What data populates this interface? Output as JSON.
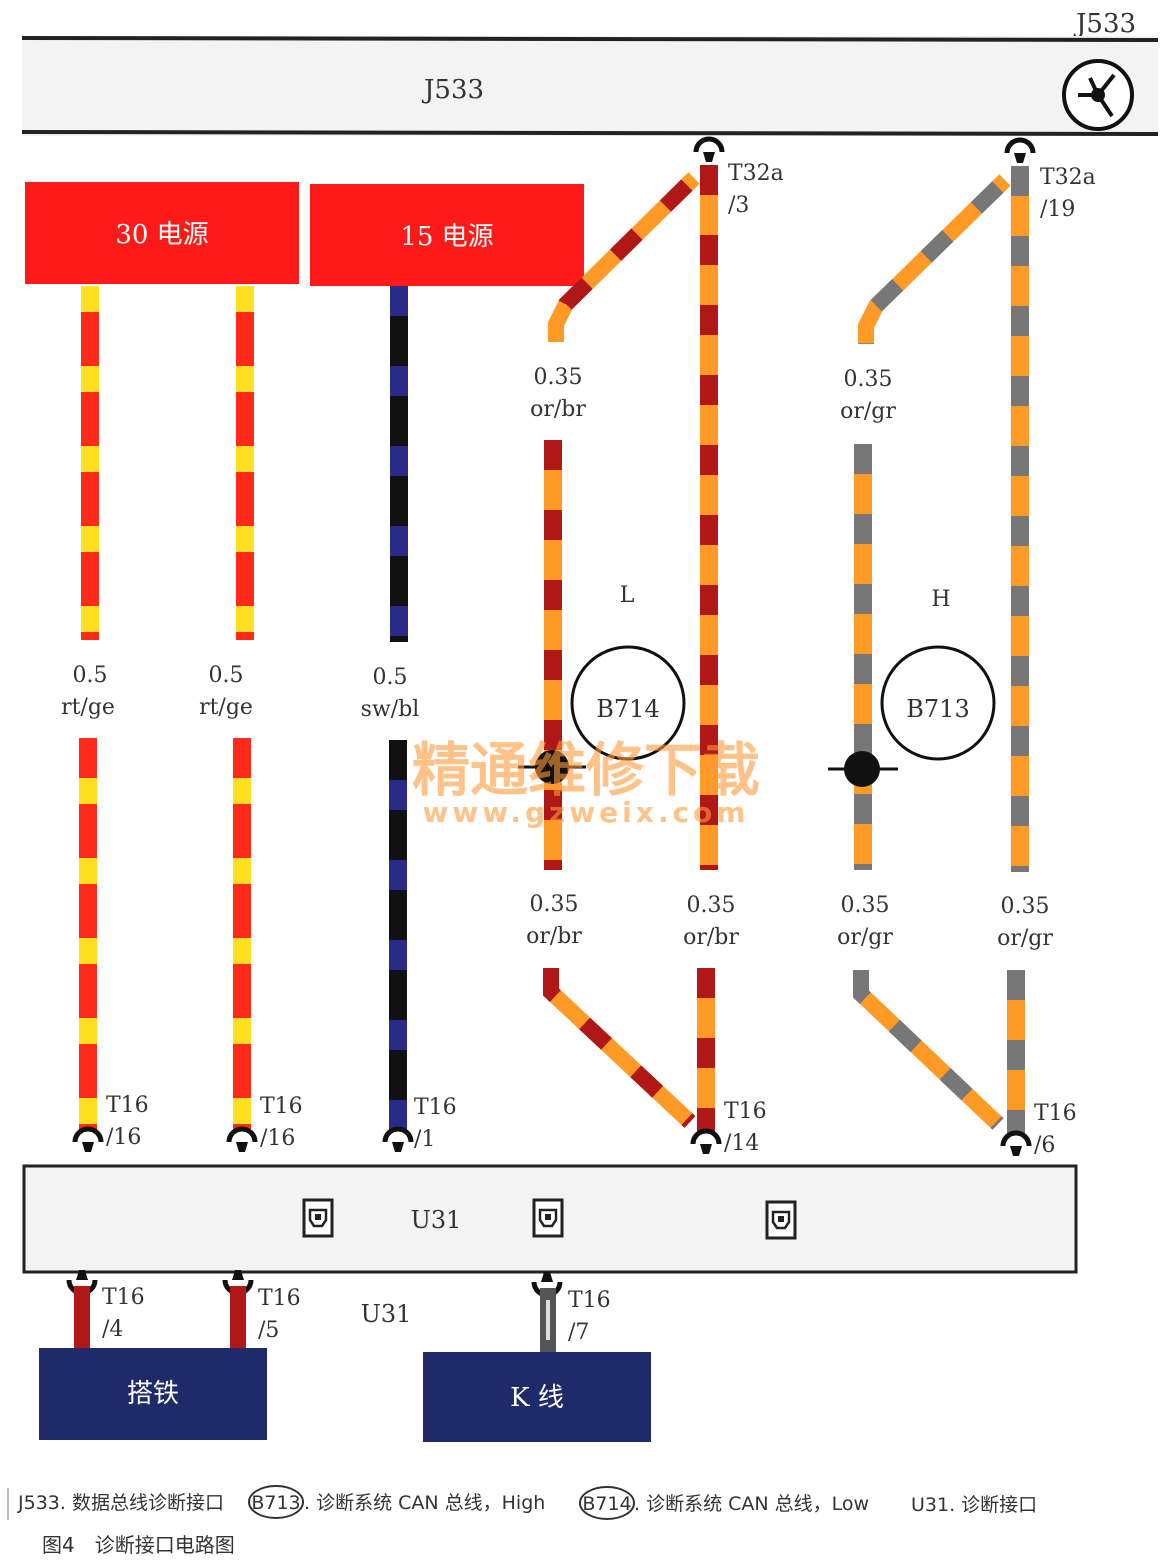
{
  "colors": {
    "power_box": "#ff1a1a",
    "ground_box": "#1f2a6b",
    "wire_rt": "#ff2a1a",
    "wire_ge": "#ffe020",
    "wire_sw": "#111111",
    "wire_bl": "#2a2a8a",
    "wire_or": "#ff9a26",
    "wire_br": "#b01818",
    "wire_gr": "#777777",
    "bar_fill": "#f3f3f3",
    "watermark": "#ff9a3a"
  },
  "header": {
    "corner_label": "J533",
    "bar_label": "J533",
    "gateway_icon": "star-symbol-icon"
  },
  "power": {
    "box30": "30 电源",
    "box15": "15 电源"
  },
  "wires": {
    "w1": {
      "size": "0.5",
      "color": "rt/ge",
      "pin_a": "T16",
      "pin_b": "/16"
    },
    "w2": {
      "size": "0.5",
      "color": "rt/ge",
      "pin_a": "T16",
      "pin_b": "/16"
    },
    "w3": {
      "size": "0.5",
      "color": "sw/bl",
      "pin_a": "T16",
      "pin_b": "/1"
    },
    "canL": {
      "top_pin_a": "T32a",
      "top_pin_b": "/3",
      "upper_size": "0.35",
      "upper_color": "or/br",
      "lower_left_size": "0.35",
      "lower_left_color": "or/br",
      "lower_right_size": "0.35",
      "lower_right_color": "or/br",
      "bottom_pin_a": "T16",
      "bottom_pin_b": "/14",
      "letter": "L",
      "circle": "B714"
    },
    "canH": {
      "top_pin_a": "T32a",
      "top_pin_b": "/19",
      "upper_size": "0.35",
      "upper_color": "or/gr",
      "lower_left_size": "0.35",
      "lower_left_color": "or/gr",
      "lower_right_size": "0.35",
      "lower_right_color": "or/gr",
      "bottom_pin_a": "T16",
      "bottom_pin_b": "/6",
      "letter": "H",
      "circle": "B713"
    }
  },
  "u31": {
    "bar_label": "U31",
    "below_label": "U31",
    "pin4_a": "T16",
    "pin4_b": "/4",
    "pin5_a": "T16",
    "pin5_b": "/5",
    "pin7_a": "T16",
    "pin7_b": "/7",
    "ground_box": "搭铁",
    "k_box": "K 线"
  },
  "watermark": {
    "cn": "精通维修下载",
    "url": "www.gzweix.com"
  },
  "legend": {
    "p1": "J533. 数据总线诊断接口",
    "b713": "B713",
    "p2": ". 诊断系统 CAN 总线，High",
    "b714": "B714",
    "p3": ". 诊断系统 CAN 总线，Low",
    "p4": "U31. 诊断接口"
  },
  "figure_caption": "图4　诊断接口电路图"
}
